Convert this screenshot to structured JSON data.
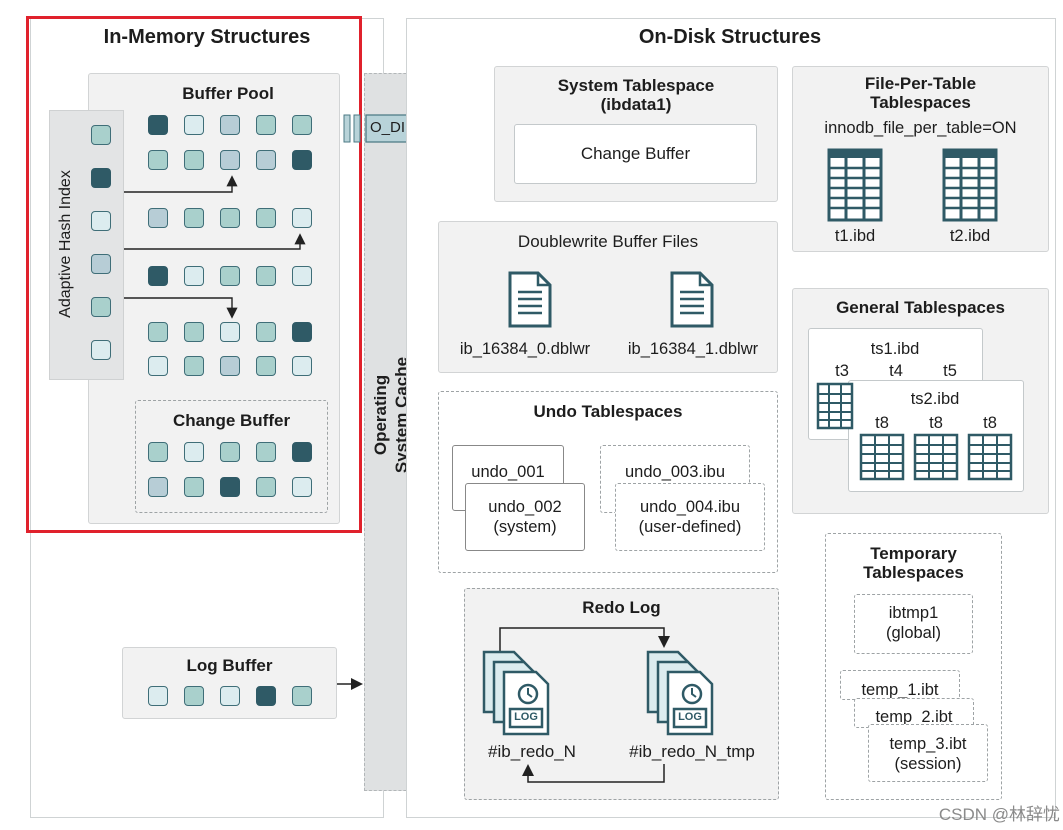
{
  "in_memory": {
    "title": "In-Memory Structures",
    "buffer_pool": {
      "title": "Buffer Pool"
    },
    "adaptive_hash_index": {
      "label": "Adaptive Hash Index"
    },
    "change_buffer": {
      "title": "Change Buffer"
    },
    "log_buffer": {
      "title": "Log Buffer"
    }
  },
  "os_cache": {
    "line1": "Operating",
    "line2": "System Cache"
  },
  "o_direct": {
    "label": "O_DIRECT"
  },
  "on_disk": {
    "title": "On-Disk Structures",
    "system_tablespace": {
      "title_line1": "System Tablespace",
      "title_line2": "(ibdata1)",
      "change_buffer": "Change Buffer"
    },
    "file_per_table": {
      "title_line1": "File-Per-Table",
      "title_line2": "Tablespaces",
      "setting": "innodb_file_per_table=ON",
      "files": [
        "t1.ibd",
        "t2.ibd"
      ]
    },
    "doublewrite": {
      "title": "Doublewrite Buffer Files",
      "files": [
        "ib_16384_0.dblwr",
        "ib_16384_1.dblwr"
      ]
    },
    "general": {
      "title": "General Tablespaces",
      "ts1": "ts1.ibd",
      "ts1_tables": [
        "t3",
        "t4",
        "t5"
      ],
      "ts2": "ts2.ibd",
      "ts2_tables": [
        "t8",
        "t8",
        "t8"
      ]
    },
    "undo": {
      "title": "Undo Tablespaces",
      "undo_001": "undo_001",
      "undo_002": "undo_002",
      "undo_002_sub": "(system)",
      "undo_003": "undo_003.ibu",
      "undo_004": "undo_004.ibu",
      "undo_004_sub": "(user-defined)"
    },
    "temporary": {
      "title_line1": "Temporary",
      "title_line2": "Tablespaces",
      "ibtmp1": "ibtmp1",
      "ibtmp1_sub": "(global)",
      "temp_1": "temp_1.ibt",
      "temp_2": "temp_2.ibt",
      "temp_3": "temp_3.ibt",
      "temp_3_sub": "(session)"
    },
    "redo": {
      "title": "Redo Log",
      "file_a": "#ib_redo_N",
      "file_b": "#ib_redo_N_tmp",
      "log_tag": "LOG"
    }
  },
  "watermark": "CSDN @林辞忧",
  "colors": {
    "highlight": "#e0212c",
    "dark_page": "#2f5a66",
    "mid_page": "#a9d0cc",
    "light_page": "#dcecef",
    "arrow_fill": "#b8d3d9"
  },
  "buffer_pool_rows": [
    [
      "c3",
      "c0",
      "c2",
      "c1",
      "c1"
    ],
    [
      "c1",
      "c1",
      "c2",
      "c2",
      "c3"
    ],
    [
      "c2",
      "c1",
      "c1",
      "c1",
      "c0"
    ],
    [
      "c3",
      "c0",
      "c1",
      "c1",
      "c0"
    ],
    [
      "c1",
      "c1",
      "c0",
      "c1",
      "c3"
    ],
    [
      "c0",
      "c1",
      "c2",
      "c1",
      "c0"
    ]
  ],
  "ahi_squares": [
    "c1",
    "c3",
    "c0",
    "c2",
    "c1",
    "c0"
  ],
  "change_buffer_rows": [
    [
      "c1",
      "c0",
      "c1",
      "c1",
      "c3"
    ],
    [
      "c2",
      "c1",
      "c3",
      "c1",
      "c0"
    ]
  ],
  "log_buffer_squares": [
    "c0",
    "c1",
    "c0",
    "c3",
    "c1"
  ]
}
